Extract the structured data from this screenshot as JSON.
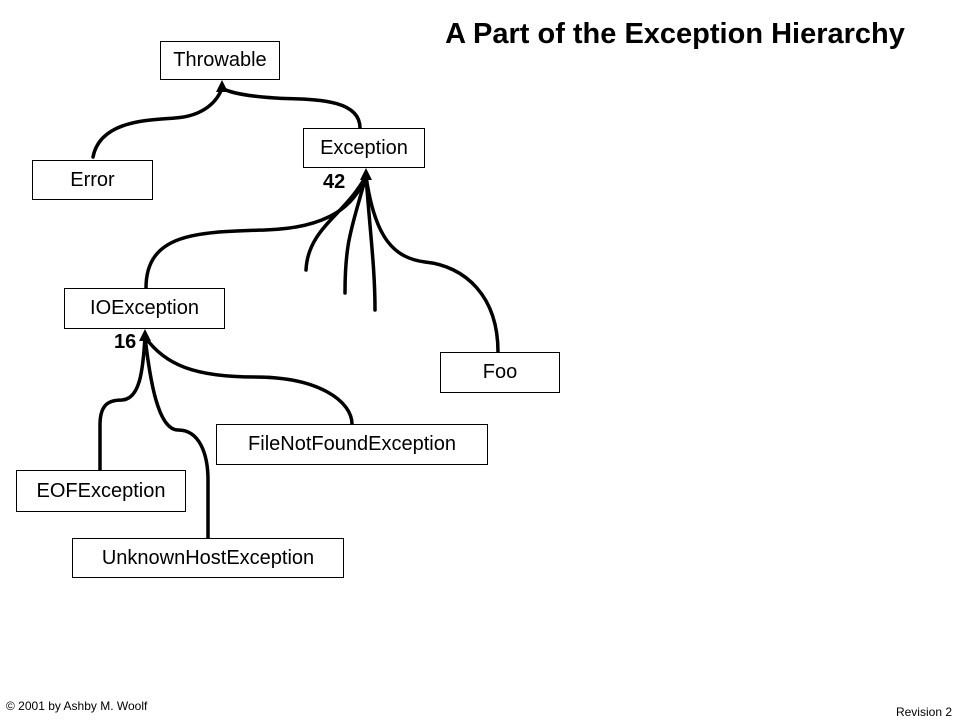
{
  "title": "A Part of the Exception Hierarchy",
  "nodes": {
    "throwable": "Throwable",
    "error": "Error",
    "exception": "Exception",
    "ioexception": "IOException",
    "foo": "Foo",
    "filenotfound": "FileNotFoundException",
    "eofexception": "EOFException",
    "unknownhost": "UnknownHostException"
  },
  "counts": {
    "exception": "42",
    "ioexception": "16"
  },
  "footer": {
    "copyright": "© 2001 by Ashby M. Woolf",
    "revision": "Revision 2"
  }
}
